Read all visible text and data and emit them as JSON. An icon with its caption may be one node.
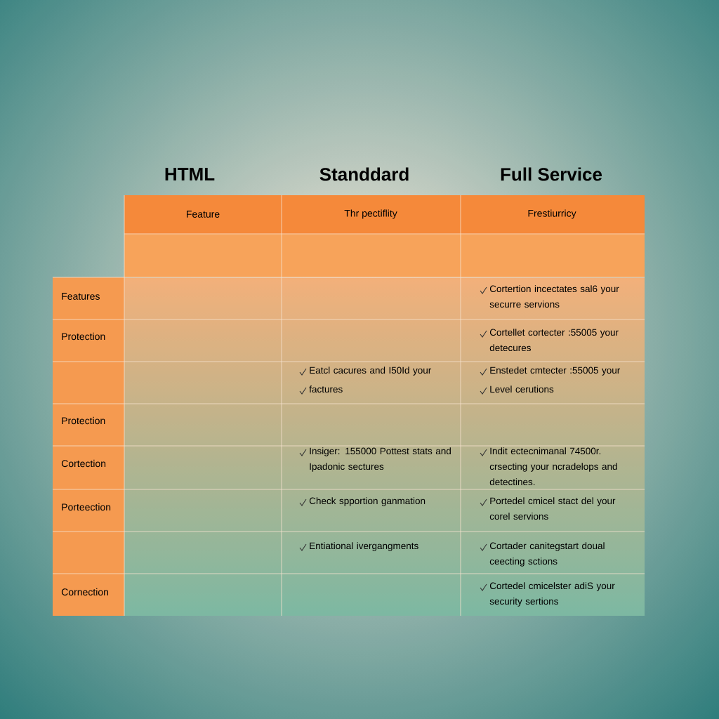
{
  "diagram": {
    "labels": [
      "HTML",
      "Standdard",
      "Full Service",
      "Feature",
      "Thr pectiflity",
      "Frestiurricy",
      "Features",
      "Cortertion incectates sal6 your securre servions",
      "Protection",
      "Cortellet cortecter :55005 your detecures",
      "Eatcl cacures and I50Id your",
      "factures",
      "Enstedet cmtecter :55005 your",
      "Level cerutions",
      "Protection",
      "Cortection",
      "Insiger: 155000 Pottest stats and Ipadonic sectures",
      "Indit ectecnimanal 74500r. crsecting your ncradelops and detectines.",
      "Porteection",
      "Check spportion ganmation",
      "Portedel cmicel stact del your corel servions",
      "Entiational ivergangments",
      "Cortader canitegstart doual ceecting sctions",
      "Cornection",
      "Cortedel cmicelster adiS your security sertions"
    ]
  }
}
